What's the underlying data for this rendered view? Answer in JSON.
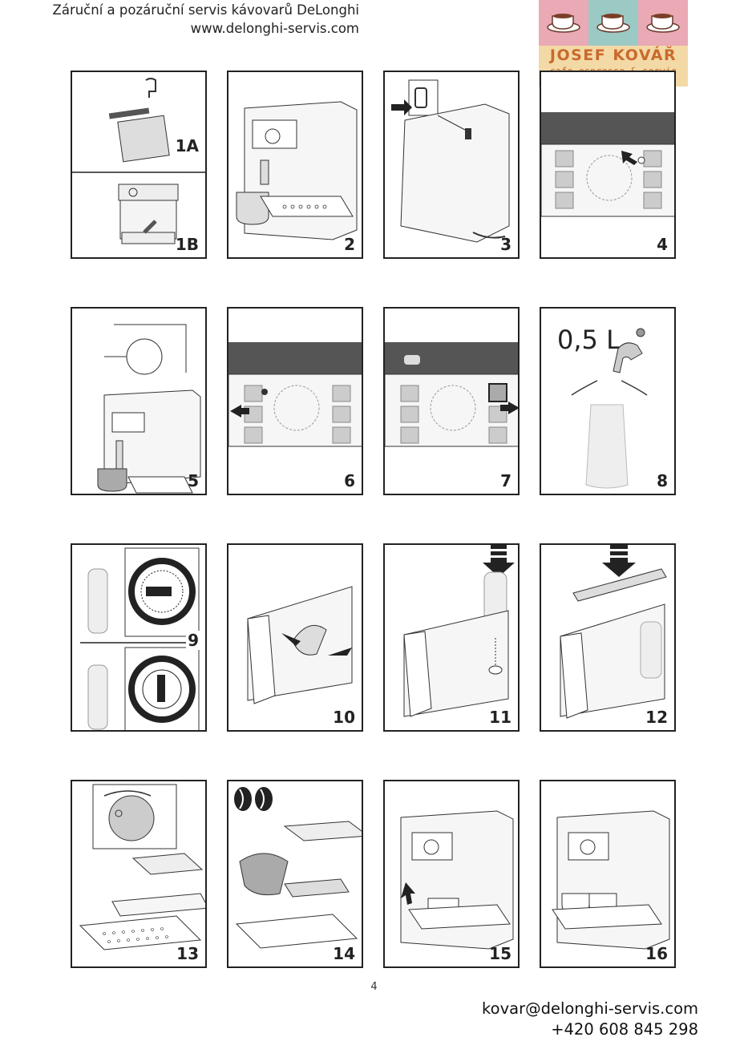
{
  "header": {
    "line1": "Záruční a pozáruční servis kávovarů DeLonghi",
    "line2": "www.delonghi-servis.com"
  },
  "logo": {
    "name": "JOSEF KOVÁŘ",
    "subtitle": "cafe espresso & servis",
    "colors": {
      "accent": "#c86a2c",
      "background": "#f3d9a6",
      "tile1": "#e9a9b5",
      "tile2": "#9bc9c4",
      "tile3": "#e9a9b5"
    }
  },
  "steps": [
    {
      "label": "1B",
      "label_top": "1A"
    },
    {
      "label": "2"
    },
    {
      "label": "3"
    },
    {
      "label": "4"
    },
    {
      "label": "5"
    },
    {
      "label": "6"
    },
    {
      "label": "7"
    },
    {
      "label": "8",
      "text": "0,5 L"
    },
    {
      "label": "9"
    },
    {
      "label": "10"
    },
    {
      "label": "11"
    },
    {
      "label": "12"
    },
    {
      "label": "13"
    },
    {
      "label": "14"
    },
    {
      "label": "15"
    },
    {
      "label": "16"
    }
  ],
  "page_number": "4",
  "footer": {
    "email": "kovar@delonghi-servis.com",
    "phone": "+420 608 845 298"
  }
}
